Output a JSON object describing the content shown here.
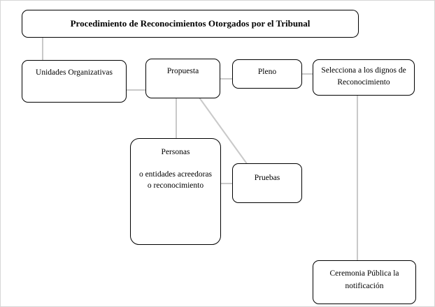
{
  "diagram": {
    "title": "Procedimiento de Reconocimientos Otorgados por el Tribunal",
    "nodes": {
      "unidades": {
        "label": "Unidades Organizativas"
      },
      "propuesta": {
        "label": "Propuesta"
      },
      "pleno": {
        "label": "Pleno"
      },
      "selecciona": {
        "label": "Selecciona a los dignos de Reconocimiento"
      },
      "personas": {
        "title": "Personas",
        "body": "o entidades acreedoras o reconocimiento"
      },
      "pruebas": {
        "label": "Pruebas"
      },
      "ceremonia": {
        "label": "Ceremonia Pública la notificación"
      }
    },
    "edges": [
      {
        "from": "title",
        "to": "unidades"
      },
      {
        "from": "unidades",
        "to": "propuesta"
      },
      {
        "from": "propuesta",
        "to": "pleno"
      },
      {
        "from": "pleno",
        "to": "selecciona"
      },
      {
        "from": "propuesta",
        "to": "personas"
      },
      {
        "from": "propuesta",
        "to": "pruebas"
      },
      {
        "from": "personas",
        "to": "pruebas"
      },
      {
        "from": "selecciona",
        "to": "ceremonia"
      }
    ],
    "colors": {
      "background": "#ffffff",
      "box_fill": "#ffffff",
      "box_border": "#000000",
      "connector": "#c9c9c9"
    }
  }
}
